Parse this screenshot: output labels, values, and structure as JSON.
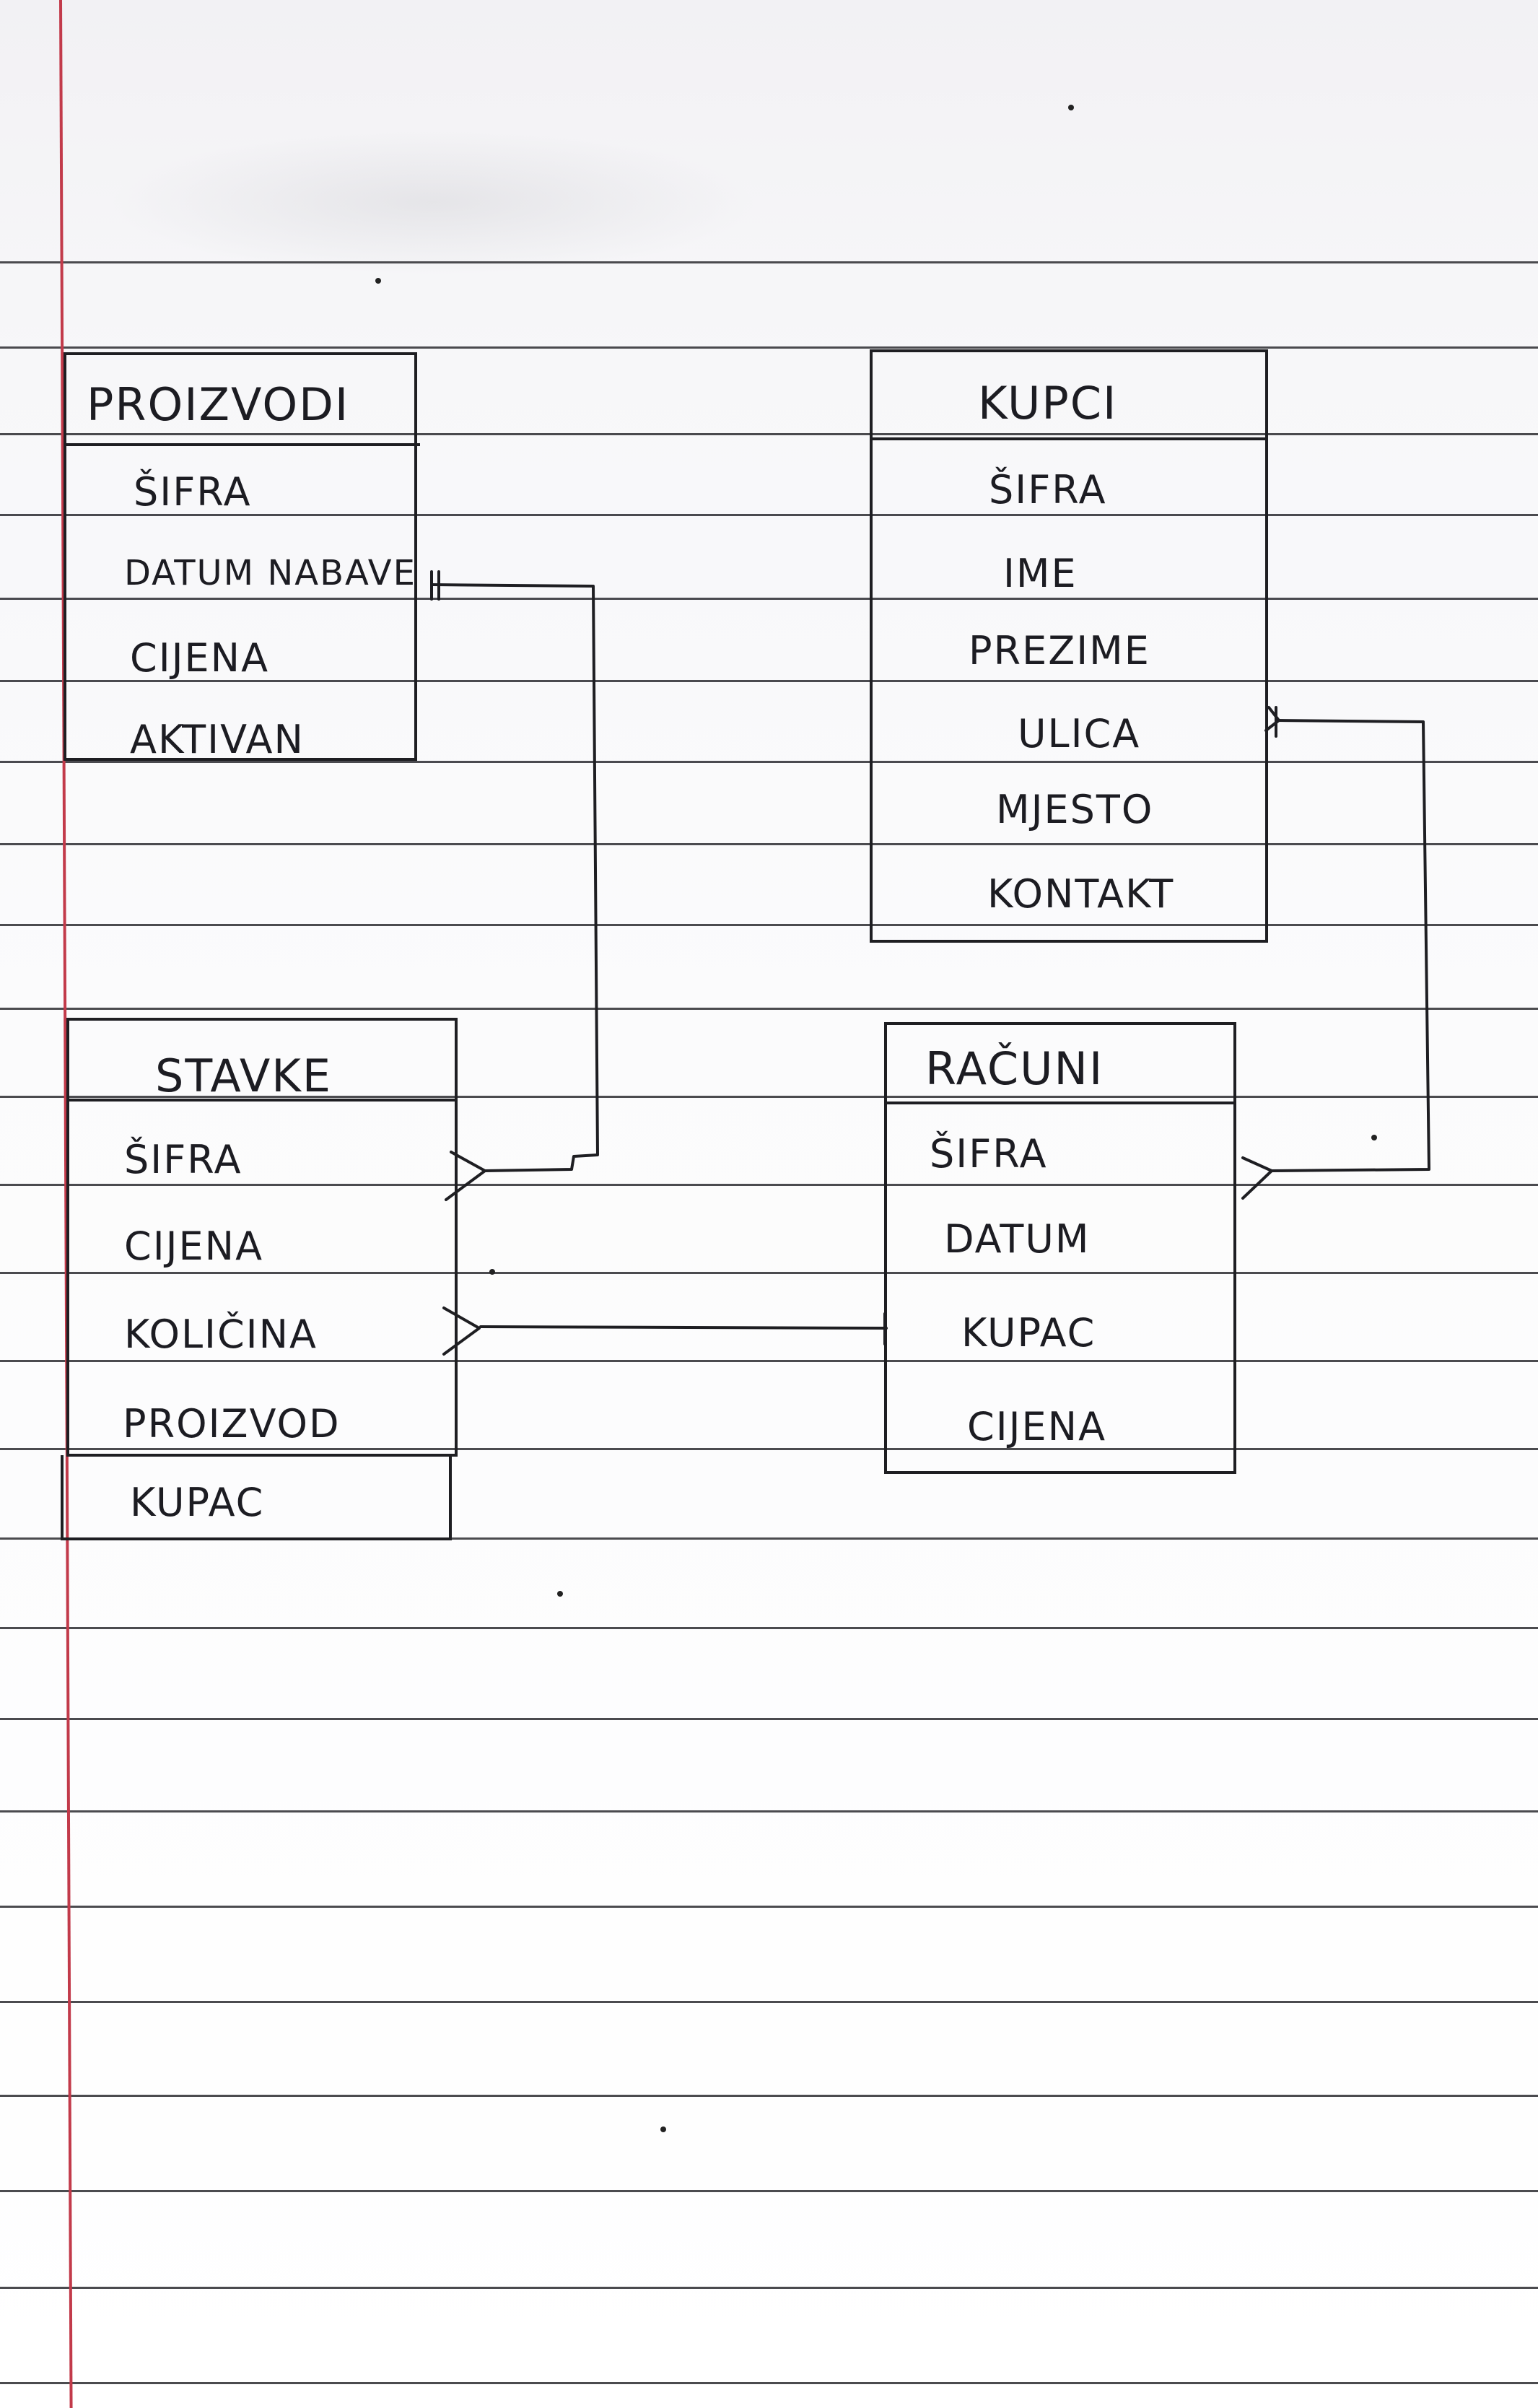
{
  "tables": {
    "proizvodi": {
      "title": "PROIZVODI",
      "fields": [
        "ŠIFRA",
        "DATUM NABAVE",
        "CIJENA",
        "AKTIVAN"
      ]
    },
    "kupci": {
      "title": "KUPCI",
      "fields": [
        "ŠIFRA",
        "IME",
        "PREZIME",
        "ULICA",
        "MJESTO",
        "KONTAKT"
      ]
    },
    "stavke": {
      "title": "STAVKE",
      "fields": [
        "ŠIFRA",
        "CIJENA",
        "KOLIČINA",
        "PROIZVOD",
        "KUPAC"
      ]
    },
    "racuni": {
      "title": "RAČUNI",
      "fields": [
        "ŠIFRA",
        "DATUM",
        "KUPAC",
        "CIJENA"
      ]
    }
  },
  "colors": {
    "ink": "#1e1e22",
    "rule": "#2b2b30",
    "margin": "#c23a4a",
    "paper": "#ffffff"
  }
}
